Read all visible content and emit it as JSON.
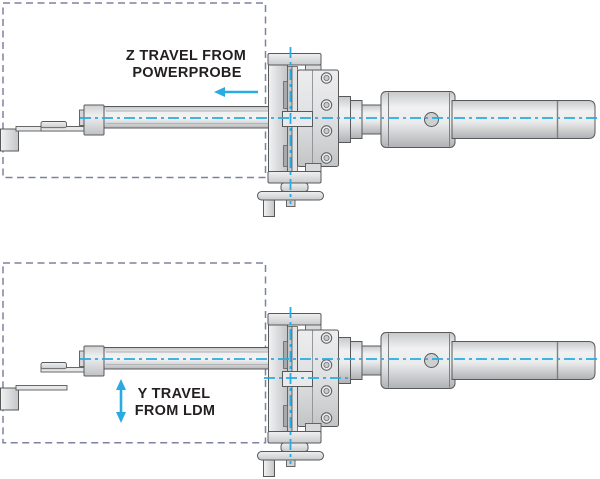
{
  "diagrams": {
    "z_travel": {
      "label_line1": "Z TRAVEL FROM",
      "label_line2": "POWERPROBE",
      "arrow_icon": "left-arrow",
      "arrow_meaning": "Z axis travel direction (horizontal, toward probe tip)"
    },
    "y_travel": {
      "label_line1": "Y TRAVEL",
      "label_line2": "FROM LDM",
      "arrow_icon": "vertical-double-arrow",
      "arrow_meaning": "Y axis travel direction (vertical)"
    }
  },
  "colors": {
    "centerline_blue": "#29ABE2",
    "machine_edge": "#58595B",
    "boundary_box_dash": "#7E82A0",
    "label_text": "#231F20",
    "background": "#FFFFFF"
  }
}
